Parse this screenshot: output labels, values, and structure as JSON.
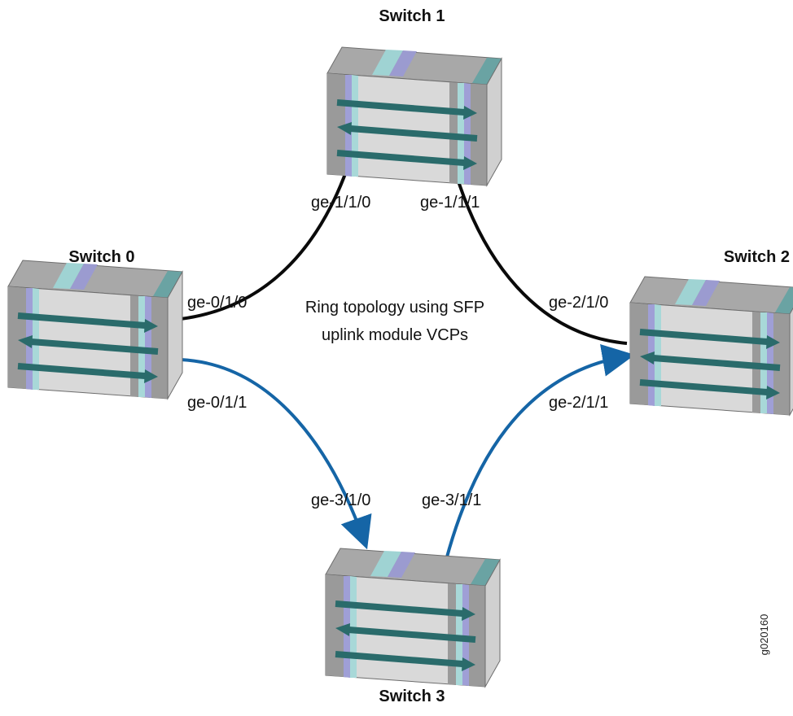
{
  "switches": {
    "s0": {
      "label": "Switch 0"
    },
    "s1": {
      "label": "Switch 1"
    },
    "s2": {
      "label": "Switch 2"
    },
    "s3": {
      "label": "Switch 3"
    }
  },
  "ports": {
    "p010": "ge-0/1/0",
    "p011": "ge-0/1/1",
    "p110": "ge-1/1/0",
    "p111": "ge-1/1/1",
    "p210": "ge-2/1/0",
    "p211": "ge-2/1/1",
    "p310": "ge-3/1/0",
    "p311": "ge-3/1/1"
  },
  "caption": {
    "line1": "Ring topology using SFP",
    "line2": "uplink module VCPs"
  },
  "figure_id": "g020160",
  "colors": {
    "link_black": "#0a0a0a",
    "link_blue": "#1565a6",
    "device_side": "#d2d2d2",
    "device_dark": "#8f8f8f",
    "arrow": "#2a6b6b"
  }
}
